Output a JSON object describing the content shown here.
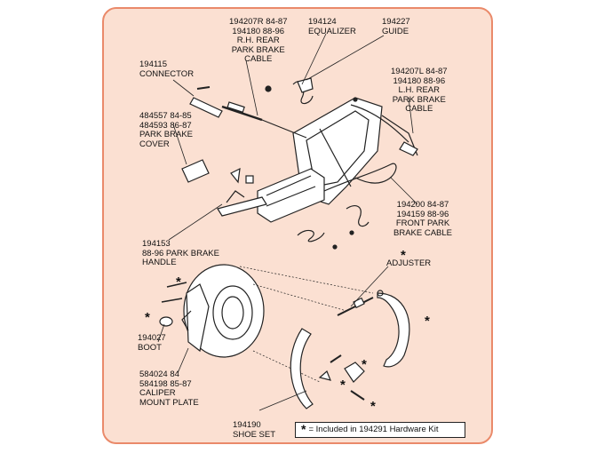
{
  "labels": {
    "rh_cable": [
      "194207R  84-87",
      "194180   88-96",
      "R.H. REAR",
      "PARK BRAKE",
      "CABLE"
    ],
    "equalizer": [
      "194124",
      "EQUALIZER"
    ],
    "guide": [
      "194227",
      "GUIDE"
    ],
    "connector": [
      "194115",
      "CONNECTOR"
    ],
    "lh_cable": [
      "194207L  84-87",
      "194180   88-96",
      "L.H. REAR",
      "PARK BRAKE",
      "CABLE"
    ],
    "cover": [
      "484557 84-85",
      "484593 86-87",
      "PARK BRAKE",
      "COVER"
    ],
    "front_cable": [
      "194200  84-87",
      "194159  88-96",
      "FRONT PARK",
      "BRAKE CABLE"
    ],
    "handle": [
      "194153",
      "88-96 PARK BRAKE",
      "HANDLE"
    ],
    "adjuster": [
      "ADJUSTER"
    ],
    "boot": [
      "194027",
      "BOOT"
    ],
    "caliper": [
      "584024  84",
      "584198  85-87",
      "CALIPER",
      "MOUNT PLATE"
    ],
    "shoe_set": [
      "194190",
      "SHOE SET"
    ]
  },
  "legend": {
    "symbol": "*",
    "text": "= Included in 194291 Hardware Kit"
  },
  "colors": {
    "background": "#fbe0d2",
    "border": "#ea8a6a",
    "line": "#222222"
  }
}
